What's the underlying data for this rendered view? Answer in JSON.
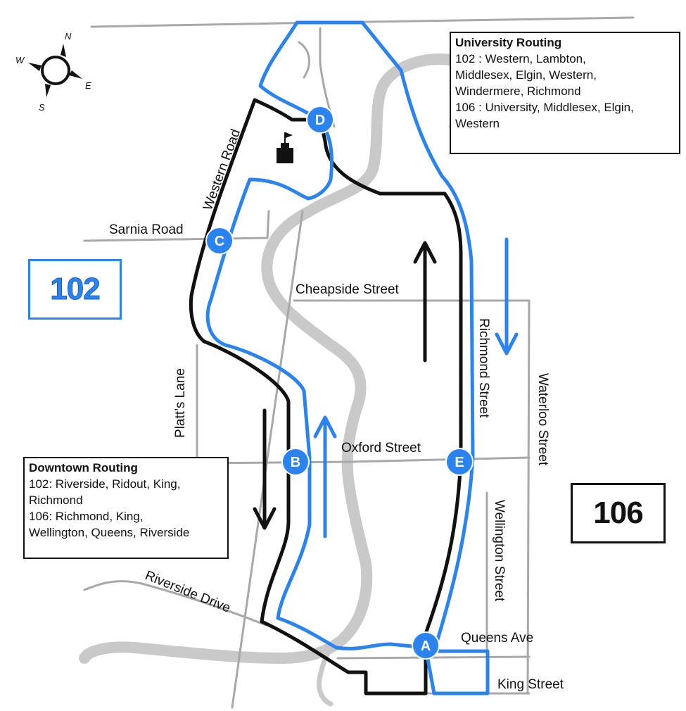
{
  "colors": {
    "route_102": "#2b83f0",
    "route_106": "#111111",
    "river": "#c9c9c9",
    "street": "#a8a8a8",
    "stop": "#2b83f0"
  },
  "compass": {
    "icon": "compass-rose-icon",
    "n": "N",
    "e": "E",
    "s": "S",
    "w": "W"
  },
  "streets": {
    "western_road": "Western Road",
    "sarnia_road": "Sarnia Road",
    "cheapside_street": "Cheapside Street",
    "platts_lane": "Platt’s Lane",
    "oxford_street": "Oxford Street",
    "richmond_street": "Richmond Street",
    "waterloo_street": "Waterloo Street",
    "wellington_street": "Wellington Street",
    "riverside_drive": "Riverside Drive",
    "queens_ave": "Queens Ave",
    "king_street": "King Street"
  },
  "stops": {
    "a": "A",
    "b": "B",
    "c": "C",
    "d": "D",
    "e": "E"
  },
  "landmark": {
    "icon": "castle-flag-icon"
  },
  "university_routing": {
    "title": "University Routing",
    "line1": "102 : Western, Lambton,",
    "line2": "Middlesex, Elgin, Western,",
    "line3": "Windermere, Richmond",
    "line4": "106 : University, Middlesex, Elgin,",
    "line5": "Western"
  },
  "downtown_routing": {
    "title": "Downtown Routing",
    "line1": "102: Riverside, Ridout, King,",
    "line2": "Richmond",
    "line3": "106: Richmond, King,",
    "line4": "Wellington, Queens, Riverside"
  },
  "route_badges": {
    "r102": "102",
    "r106": "106"
  }
}
